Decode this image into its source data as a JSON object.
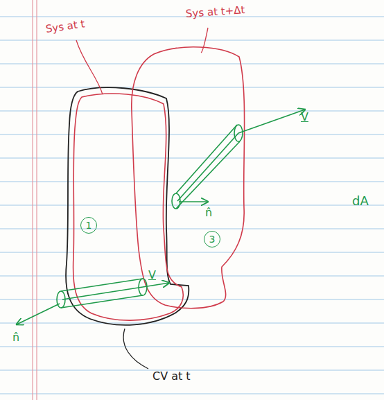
{
  "diagram": {
    "nodes": [
      {
        "text": [
          "1"
        ]
      },
      {
        "text": [
          "3"
        ]
      }
    ],
    "labels": [
      "Sys at t",
      "Sys at t+Δt",
      "V",
      "n̂",
      "V",
      "n̂",
      "dA",
      "CV at t"
    ]
  }
}
